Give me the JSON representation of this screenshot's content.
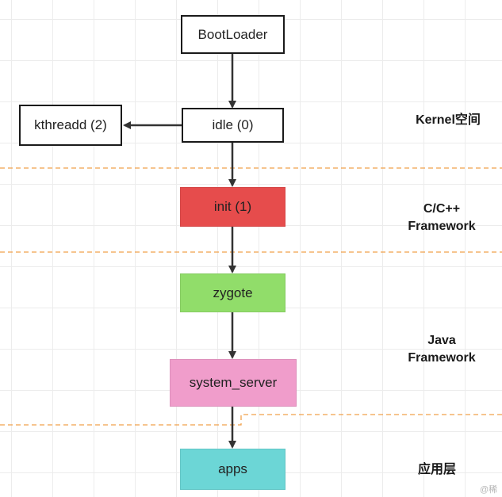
{
  "nodes": {
    "bootloader": {
      "label": "BootLoader",
      "style": "outline"
    },
    "idle": {
      "label": "idle (0)",
      "style": "outline"
    },
    "kthreadd": {
      "label": "kthreadd (2)",
      "style": "outline"
    },
    "init": {
      "label": "init (1)",
      "color": "#e64c4c"
    },
    "zygote": {
      "label": "zygote",
      "color": "#91dd6a"
    },
    "system_server": {
      "label": "system_server",
      "color": "#f09dcb"
    },
    "apps": {
      "label": "apps",
      "color": "#6cd6d6"
    }
  },
  "layers": {
    "kernel": "Kernel空间",
    "cpp_framework": "C/C++\nFramework",
    "java_framework": "Java\nFramework",
    "app_layer": "应用层"
  },
  "edges": [
    {
      "from": "BootLoader",
      "to": "idle (0)"
    },
    {
      "from": "idle (0)",
      "to": "kthreadd (2)"
    },
    {
      "from": "idle (0)",
      "to": "init (1)"
    },
    {
      "from": "init (1)",
      "to": "zygote"
    },
    {
      "from": "zygote",
      "to": "system_server"
    },
    {
      "from": "system_server",
      "to": "apps"
    }
  ],
  "colors": {
    "divider": "#f0a04b",
    "arrow": "#333333"
  },
  "watermark": "@稀"
}
